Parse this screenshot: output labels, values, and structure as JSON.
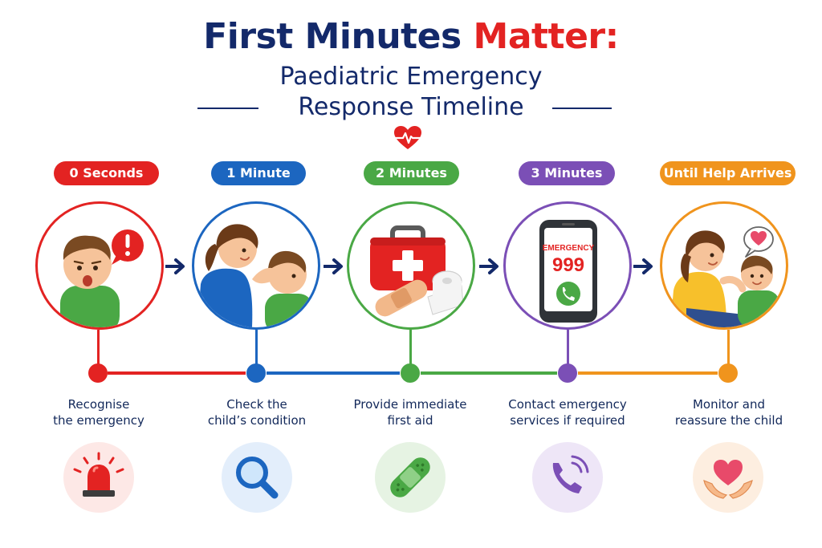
{
  "title": {
    "part1": "First Minutes",
    "part2": "Matter:",
    "line2": "Paediatric Emergency",
    "line3": "Response Timeline"
  },
  "colors": {
    "navy": "#13296a",
    "red": "#e32322",
    "blue": "#1c66c0",
    "green": "#4aa845",
    "purple": "#7b4fb6",
    "orange": "#f0941d"
  },
  "steps": [
    {
      "time": "0 Seconds",
      "line1": "Recognise",
      "line2": "the emergency",
      "icon": "siren-icon",
      "scene": "distressed-child"
    },
    {
      "time": "1 Minute",
      "line1": "Check the",
      "line2": "child’s condition",
      "icon": "magnifier-icon",
      "scene": "adult-checking-child"
    },
    {
      "time": "2 Minutes",
      "line1": "Provide immediate",
      "line2": "first aid",
      "icon": "bandage-icon",
      "scene": "first-aid-kit",
      "kit_symbol": "+"
    },
    {
      "time": "3 Minutes",
      "line1": "Contact emergency",
      "line2": "services if required",
      "icon": "phone-icon",
      "scene": "phone-emergency",
      "phone_word": "EMERGENCY",
      "phone_number": "999"
    },
    {
      "time": "Until Help Arrives",
      "line1": "Monitor and",
      "line2": "reassure the child",
      "icon": "heart-hands-icon",
      "scene": "adult-comforting-child"
    }
  ]
}
